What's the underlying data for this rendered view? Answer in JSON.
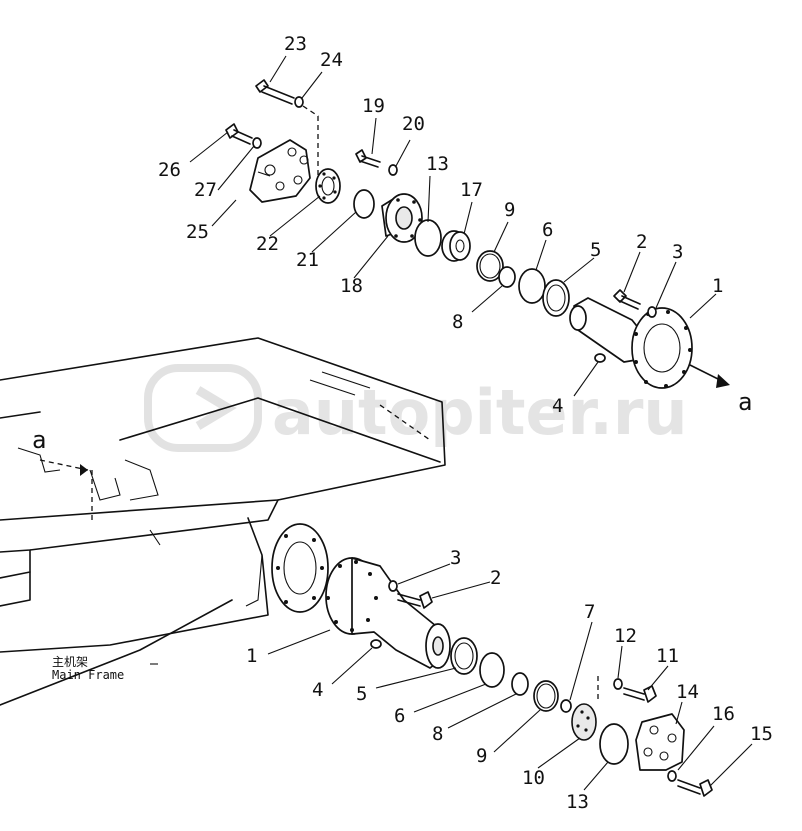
{
  "labels": {
    "top": {
      "n23": "23",
      "n24": "24",
      "n19": "19",
      "n20": "20",
      "n13": "13",
      "n26": "26",
      "n27": "27",
      "n25": "25",
      "n22": "22",
      "n21": "21",
      "n18": "18",
      "n17": "17",
      "n9": "9",
      "n6": "6",
      "n5": "5",
      "n2": "2",
      "n3": "3",
      "n1": "1",
      "n8": "8",
      "n4": "4"
    },
    "bottom": {
      "n3": "3",
      "n2": "2",
      "n1": "1",
      "n4": "4",
      "n5": "5",
      "n6": "6",
      "n8": "8",
      "n9": "9",
      "n7": "7",
      "n12": "12",
      "n11": "11",
      "n14": "14",
      "n16": "16",
      "n15": "15",
      "n10": "10",
      "n13": "13"
    }
  },
  "arrow_a_right": "a",
  "arrow_a_left": "a",
  "main_frame_cn": "主机架",
  "main_frame_en": "Main Frame",
  "watermark": "autopiter.ru",
  "colors": {
    "ink": "#111111",
    "watermark": "#cfcfcf"
  }
}
